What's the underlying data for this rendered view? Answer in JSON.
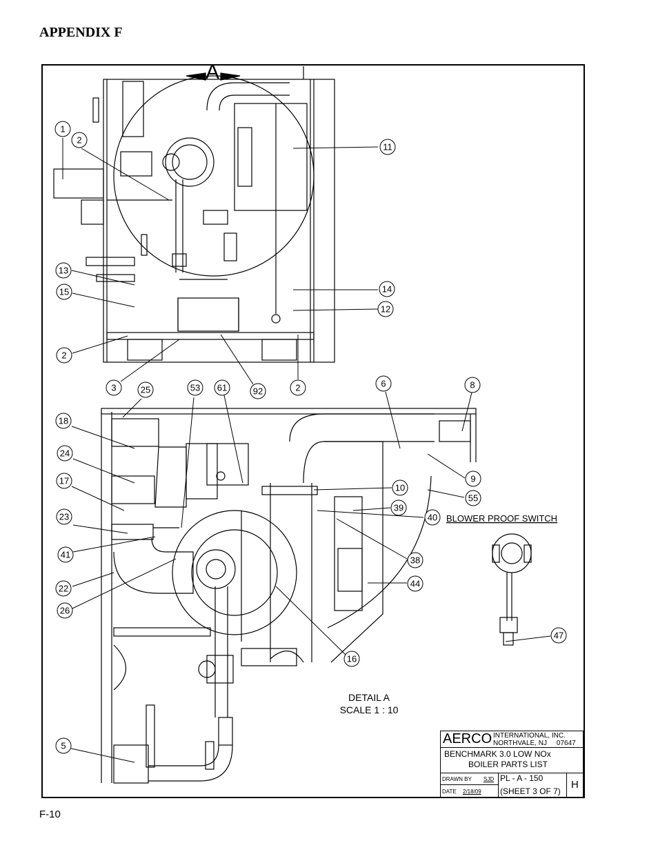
{
  "header": {
    "appendix": "APPENDIX F"
  },
  "footer": {
    "page": "F-10"
  },
  "view_label": "A",
  "detail": {
    "title": "DETAIL A",
    "scale": "SCALE 1 : 10"
  },
  "blower_label": "BLOWER PROOF SWITCH",
  "callouts": [
    "1",
    "2",
    "11",
    "13",
    "15",
    "14",
    "12",
    "2",
    "3",
    "25",
    "53",
    "61",
    "92",
    "2",
    "6",
    "8",
    "18",
    "24",
    "17",
    "9",
    "55",
    "10",
    "39",
    "40",
    "23",
    "41",
    "38",
    "22",
    "44",
    "26",
    "16",
    "47",
    "5"
  ],
  "title_block": {
    "company": "AERCO",
    "company_line1": "INTERNATIONAL, INC.",
    "company_line2": "NORTHVALE, NJ",
    "zip": "07647",
    "product": "BENCHMARK 3.0 LOW NOx",
    "list_name": "BOILER PARTS LIST",
    "drawn_by_label": "DRAWN BY",
    "drawn_by": "SJD",
    "date_label": "DATE",
    "date": "2/18/09",
    "drawing_no": "PL - A - 150",
    "sheet": "(SHEET 3 OF 7)",
    "revision": "H"
  }
}
